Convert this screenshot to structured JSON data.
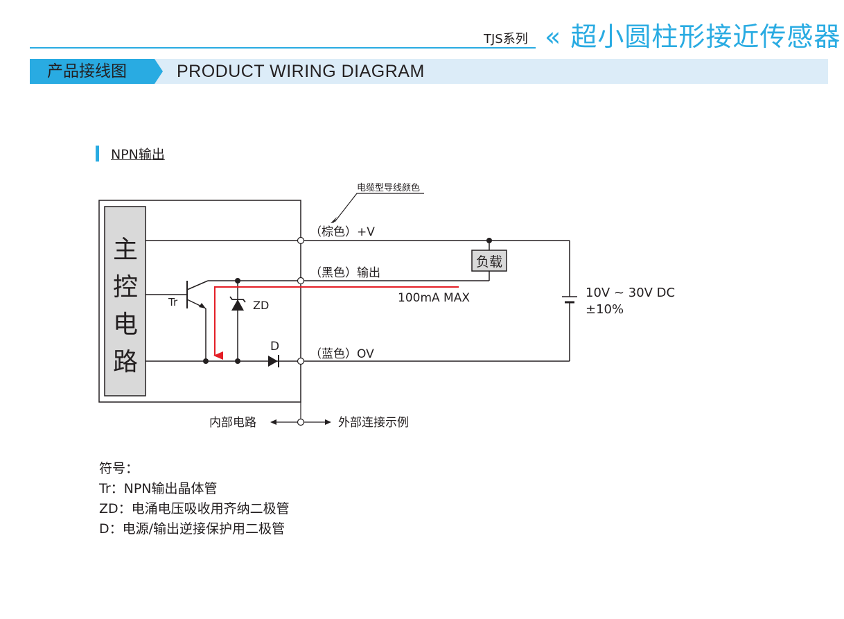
{
  "header": {
    "series": "TJS系列",
    "title": "« 超小圆柱形接近传感器"
  },
  "section": {
    "title_cn": "产品接线图",
    "title_en": "PRODUCT WIRING DIAGRAM"
  },
  "subsection": "NPN输出",
  "diagram": {
    "cable_color_note": "电缆型导线颜色",
    "main_circuit": [
      "主",
      "控",
      "电",
      "路"
    ],
    "wires": {
      "positive": "（棕色）+V",
      "output": "（黑色）输出",
      "zero": "（蓝色）OV"
    },
    "load": "负载",
    "current_limit": "100mA MAX",
    "supply_line1": "10V ~ 30V DC",
    "supply_line2": "±10%",
    "transistor_label": "Tr",
    "zener_label": "ZD",
    "diode_label": "D",
    "internal_label": "内部电路",
    "external_label": "外部连接示例",
    "colors": {
      "accent": "#29abe2",
      "current_path": "#e41e26",
      "box_fill": "#d9d9d9"
    }
  },
  "legend": {
    "heading": "符号：",
    "items": [
      "Tr：NPN输出晶体管",
      "ZD：电涌电压吸收用齐纳二极管",
      "D：电源/输出逆接保护用二极管"
    ]
  }
}
